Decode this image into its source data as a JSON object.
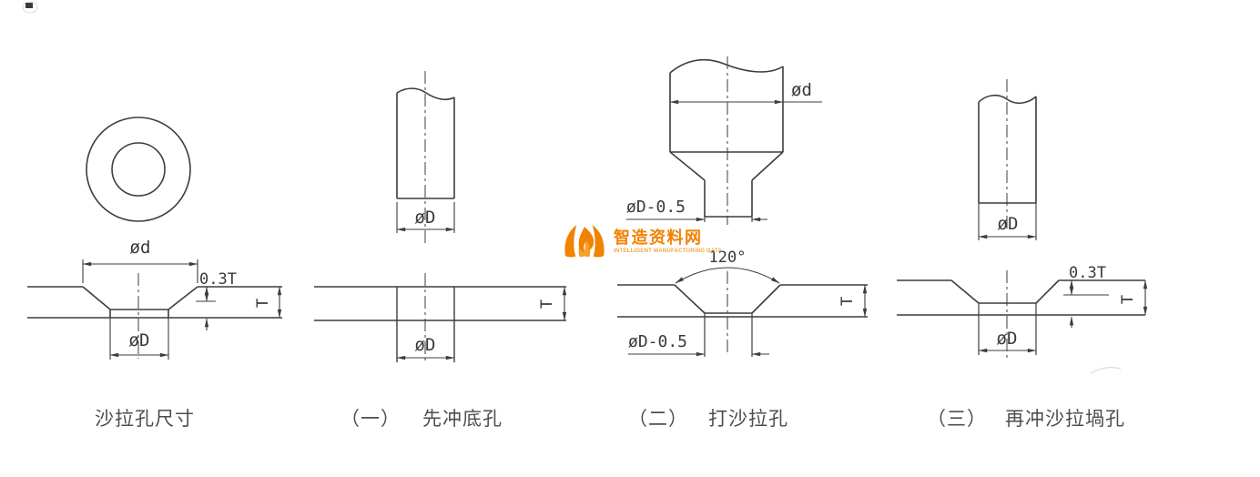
{
  "page": {
    "background": "#ffffff",
    "ink": "#3d3d3d"
  },
  "watermark": {
    "brand": "智造资料网",
    "tagline": "INTELLIGENT MANUFACTURING DATA",
    "brand_color": "#f08200",
    "tagline_color": "#f3a43e"
  },
  "figures": [
    {
      "id": "countersink-hole-spec",
      "caption": "沙拉孔尺寸",
      "labels": {
        "countersink_diameter": "ød",
        "countersink_depth": "0.3T",
        "plate_thickness": "T",
        "hole_diameter": "øD"
      }
    },
    {
      "id": "step1-punch-pilot-hole",
      "index": "（一）",
      "caption": "先冲底孔",
      "labels": {
        "punch_diameter": "øD",
        "plate_thickness": "T",
        "hole_diameter": "øD"
      }
    },
    {
      "id": "step2-punch-countersink",
      "index": "（二）",
      "caption": "打沙拉孔",
      "labels": {
        "punch_body_diameter": "ød",
        "punch_tip_diameter": "øD-0.5",
        "countersink_angle": "120°",
        "hole_diameter": "øD-0.5",
        "plate_thickness": "T"
      }
    },
    {
      "id": "step3-repunch-countersink-hole",
      "index": "（三）",
      "caption": "再冲沙拉堝孔",
      "labels": {
        "punch_diameter": "øD",
        "countersink_depth": "0.3T",
        "plate_thickness": "T",
        "hole_diameter": "øD"
      }
    }
  ]
}
